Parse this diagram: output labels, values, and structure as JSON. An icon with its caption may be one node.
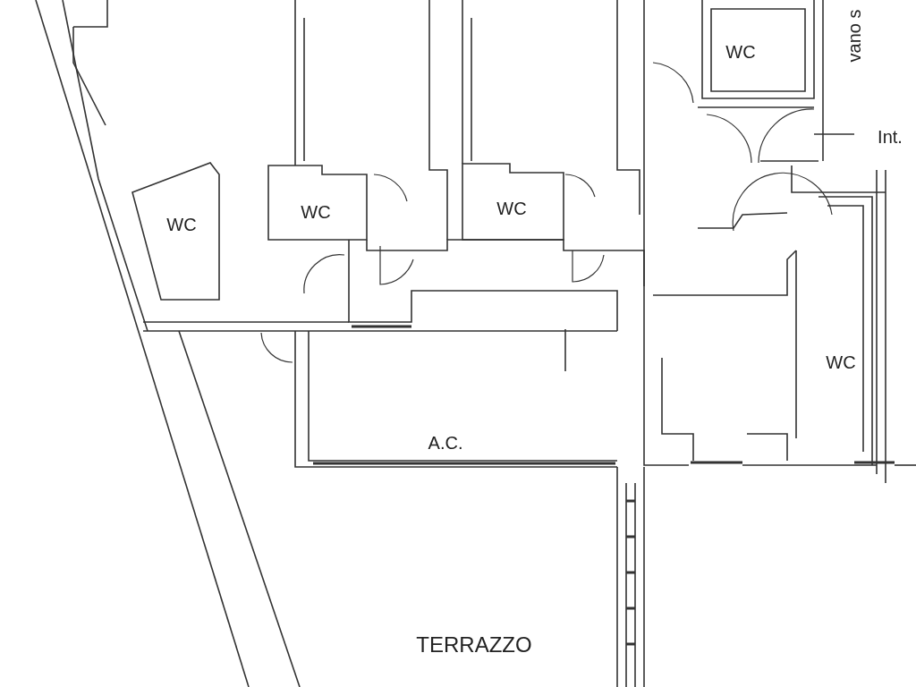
{
  "diagram": {
    "labels": [
      "WC",
      "vano s",
      "Int.",
      "WC",
      "WC",
      "WC",
      "WC",
      "A.C.",
      "TERRAZZO"
    ]
  }
}
